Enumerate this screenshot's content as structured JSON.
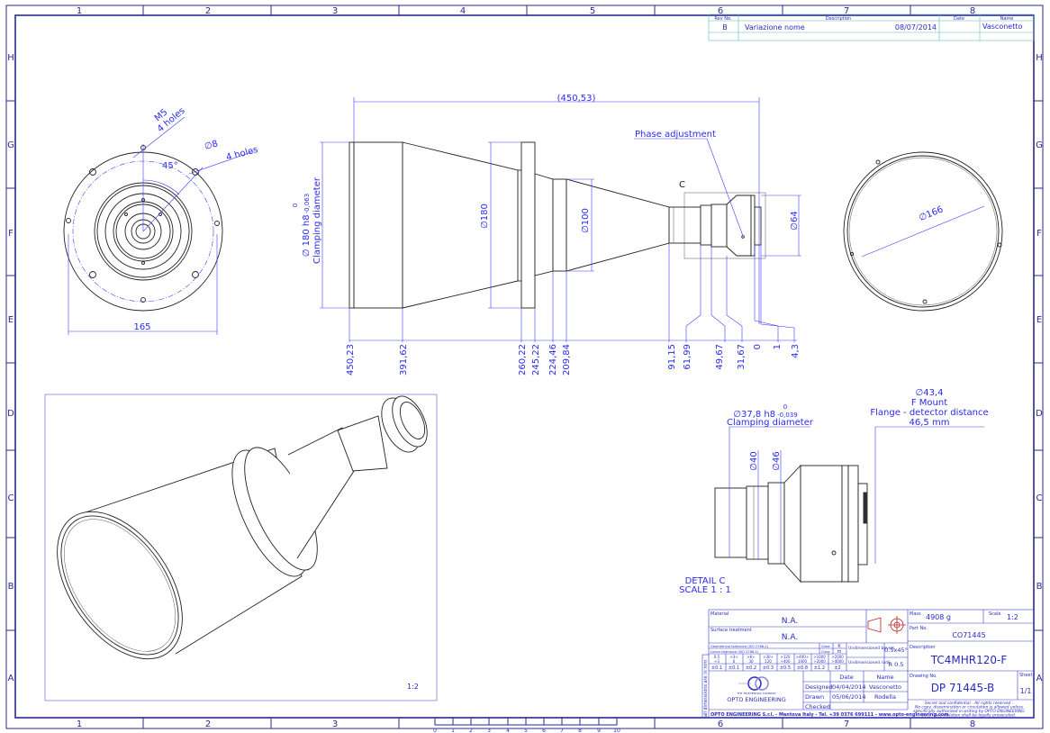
{
  "zones": {
    "cols": [
      "1",
      "2",
      "3",
      "4",
      "5",
      "6",
      "7",
      "8"
    ],
    "rows": [
      "H",
      "G",
      "F",
      "E",
      "D",
      "C",
      "B",
      "A"
    ]
  },
  "revision_table": {
    "headers": {
      "rev": "Rev No.",
      "description": "Description",
      "date": "Date",
      "name": "Name"
    },
    "rows": [
      {
        "rev": "B",
        "description": "Variazione nome",
        "date": "08/07/2014",
        "name": "Vasconetto"
      }
    ]
  },
  "front_view": {
    "m5_label": "M5",
    "m5_holes": "4 holes",
    "d8_label": "∅8",
    "d8_holes": "4 holes",
    "angle": "45°",
    "width": "165"
  },
  "side_view": {
    "overall_length": "(450,53)",
    "clamping_dia": "∅ 180 h8",
    "clamping_tol_upper": "0",
    "clamping_tol_lower": "-0,063",
    "clamping_label": "Clamping diameter",
    "dia_180": "∅180",
    "dia_100": "∅100",
    "dia_64": "∅64",
    "phase_adjustment": "Phase adjustment",
    "detail_marker": "C",
    "stations": [
      "450,23",
      "391,62",
      "260,22",
      "245,22",
      "224,46",
      "209,84",
      "91,15",
      "61,99",
      "49,67",
      "31,67",
      "0",
      "1",
      "4,3"
    ]
  },
  "rear_view": {
    "dia_166": "∅166"
  },
  "iso_view": {
    "scale": "1:2"
  },
  "detail_c": {
    "clamping_dia": "∅37,8 h8",
    "clamping_tol_upper": "0",
    "clamping_tol_lower": "-0,039",
    "clamping_label": "Clamping diameter",
    "dia_40": "∅40",
    "dia_46": "∅46",
    "mount_dia": "∅43,4",
    "mount_type": "F Mount",
    "flange_label": "Flange - detector distance",
    "flange_distance": "46,5 mm",
    "title": "DETAIL C",
    "scale": "SCALE 1 : 1"
  },
  "title_block": {
    "material_label": "Material",
    "material": "N.A.",
    "surface_label": "Surface treatment",
    "surface": "N.A.",
    "geom_tol_label": "Geometrical tolerance (ISO 2768-2)",
    "geom_class_label": "Class",
    "geom_class": "K",
    "lin_tol_label": "Linear tolerance (ISO 2768-1)",
    "lin_class_label": "Class",
    "lin_class": "m",
    "tol_ranges": [
      [
        "0.5",
        "÷3"
      ],
      [
        ">3÷",
        "6"
      ],
      [
        ">6÷",
        "30"
      ],
      [
        ">30÷",
        "120"
      ],
      [
        ">120",
        "÷400"
      ],
      [
        ">400÷",
        "1000"
      ],
      [
        ">1000",
        "÷2000"
      ],
      [
        ">2000",
        "÷4000"
      ]
    ],
    "tol_values": [
      "±0.1",
      "±0.1",
      "±0.2",
      "±0.3",
      "±0.5",
      "±0.8",
      "±1.2",
      "±2"
    ],
    "bevels_label": "Undimensioned bevels",
    "bevels": "0.5x45°",
    "radii_label": "Undimensioned radii",
    "radii": "R 0.5",
    "units_note": "all dimensions are in mm",
    "company_logo_text": "OPTO ENGINEERING",
    "company_logo_sub": "THE TELECENTRIC COMPANY",
    "company_line": "OPTO ENGINEERING S.r.l.  -  Mantova Italy -  Tel. +39 0376 699111  -  www.opto-engineering.com",
    "date_header": "Date",
    "name_header": "Name",
    "designed_label": "Designed",
    "designed_date": "04/04/2014",
    "designed_name": "Vasconetto",
    "drawn_label": "Drawn",
    "drawn_date": "05/06/2014",
    "drawn_name": "Rodella",
    "checked_label": "Checked",
    "mass_label": "Mass",
    "mass": "4908 g",
    "scale_label": "Scale",
    "scale": "1:2",
    "part_no_label": "Part No.",
    "part_no": "CO71445",
    "description_label": "Description",
    "description": "TC4MHR120-F",
    "drawing_no_label": "Drawing No.",
    "drawing_no": "DP 71445-B",
    "sheet_label": "Sheet",
    "sheet": "1/1",
    "confidential": [
      "Secret and confidential - All rights reserved -",
      "No copy, dissemination or circulation is allowed unless",
      "specifically authorized in writing by OPTO ENGINEERING",
      "S.r.l. - Any violation shall be legally prosecuted."
    ]
  },
  "scale_bar": {
    "ticks": [
      "0",
      "1",
      "2",
      "3",
      "4",
      "5",
      "6",
      "7",
      "8",
      "9",
      "10"
    ]
  }
}
